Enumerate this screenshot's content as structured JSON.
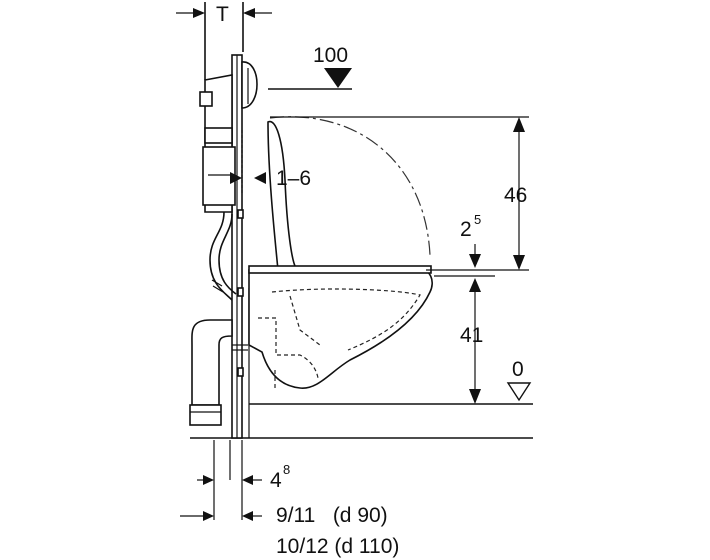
{
  "labels": {
    "t": "T",
    "height_100": "100",
    "gap": "1–6",
    "height_46": "46",
    "seat_base": "2",
    "seat_exp": "5",
    "height_41": "41",
    "floor_zero": "0",
    "bottom_base": "4",
    "bottom_exp": "8",
    "pipe_d90": "9/11   (d 90)",
    "pipe_d110": "10/12 (d 110)"
  }
}
